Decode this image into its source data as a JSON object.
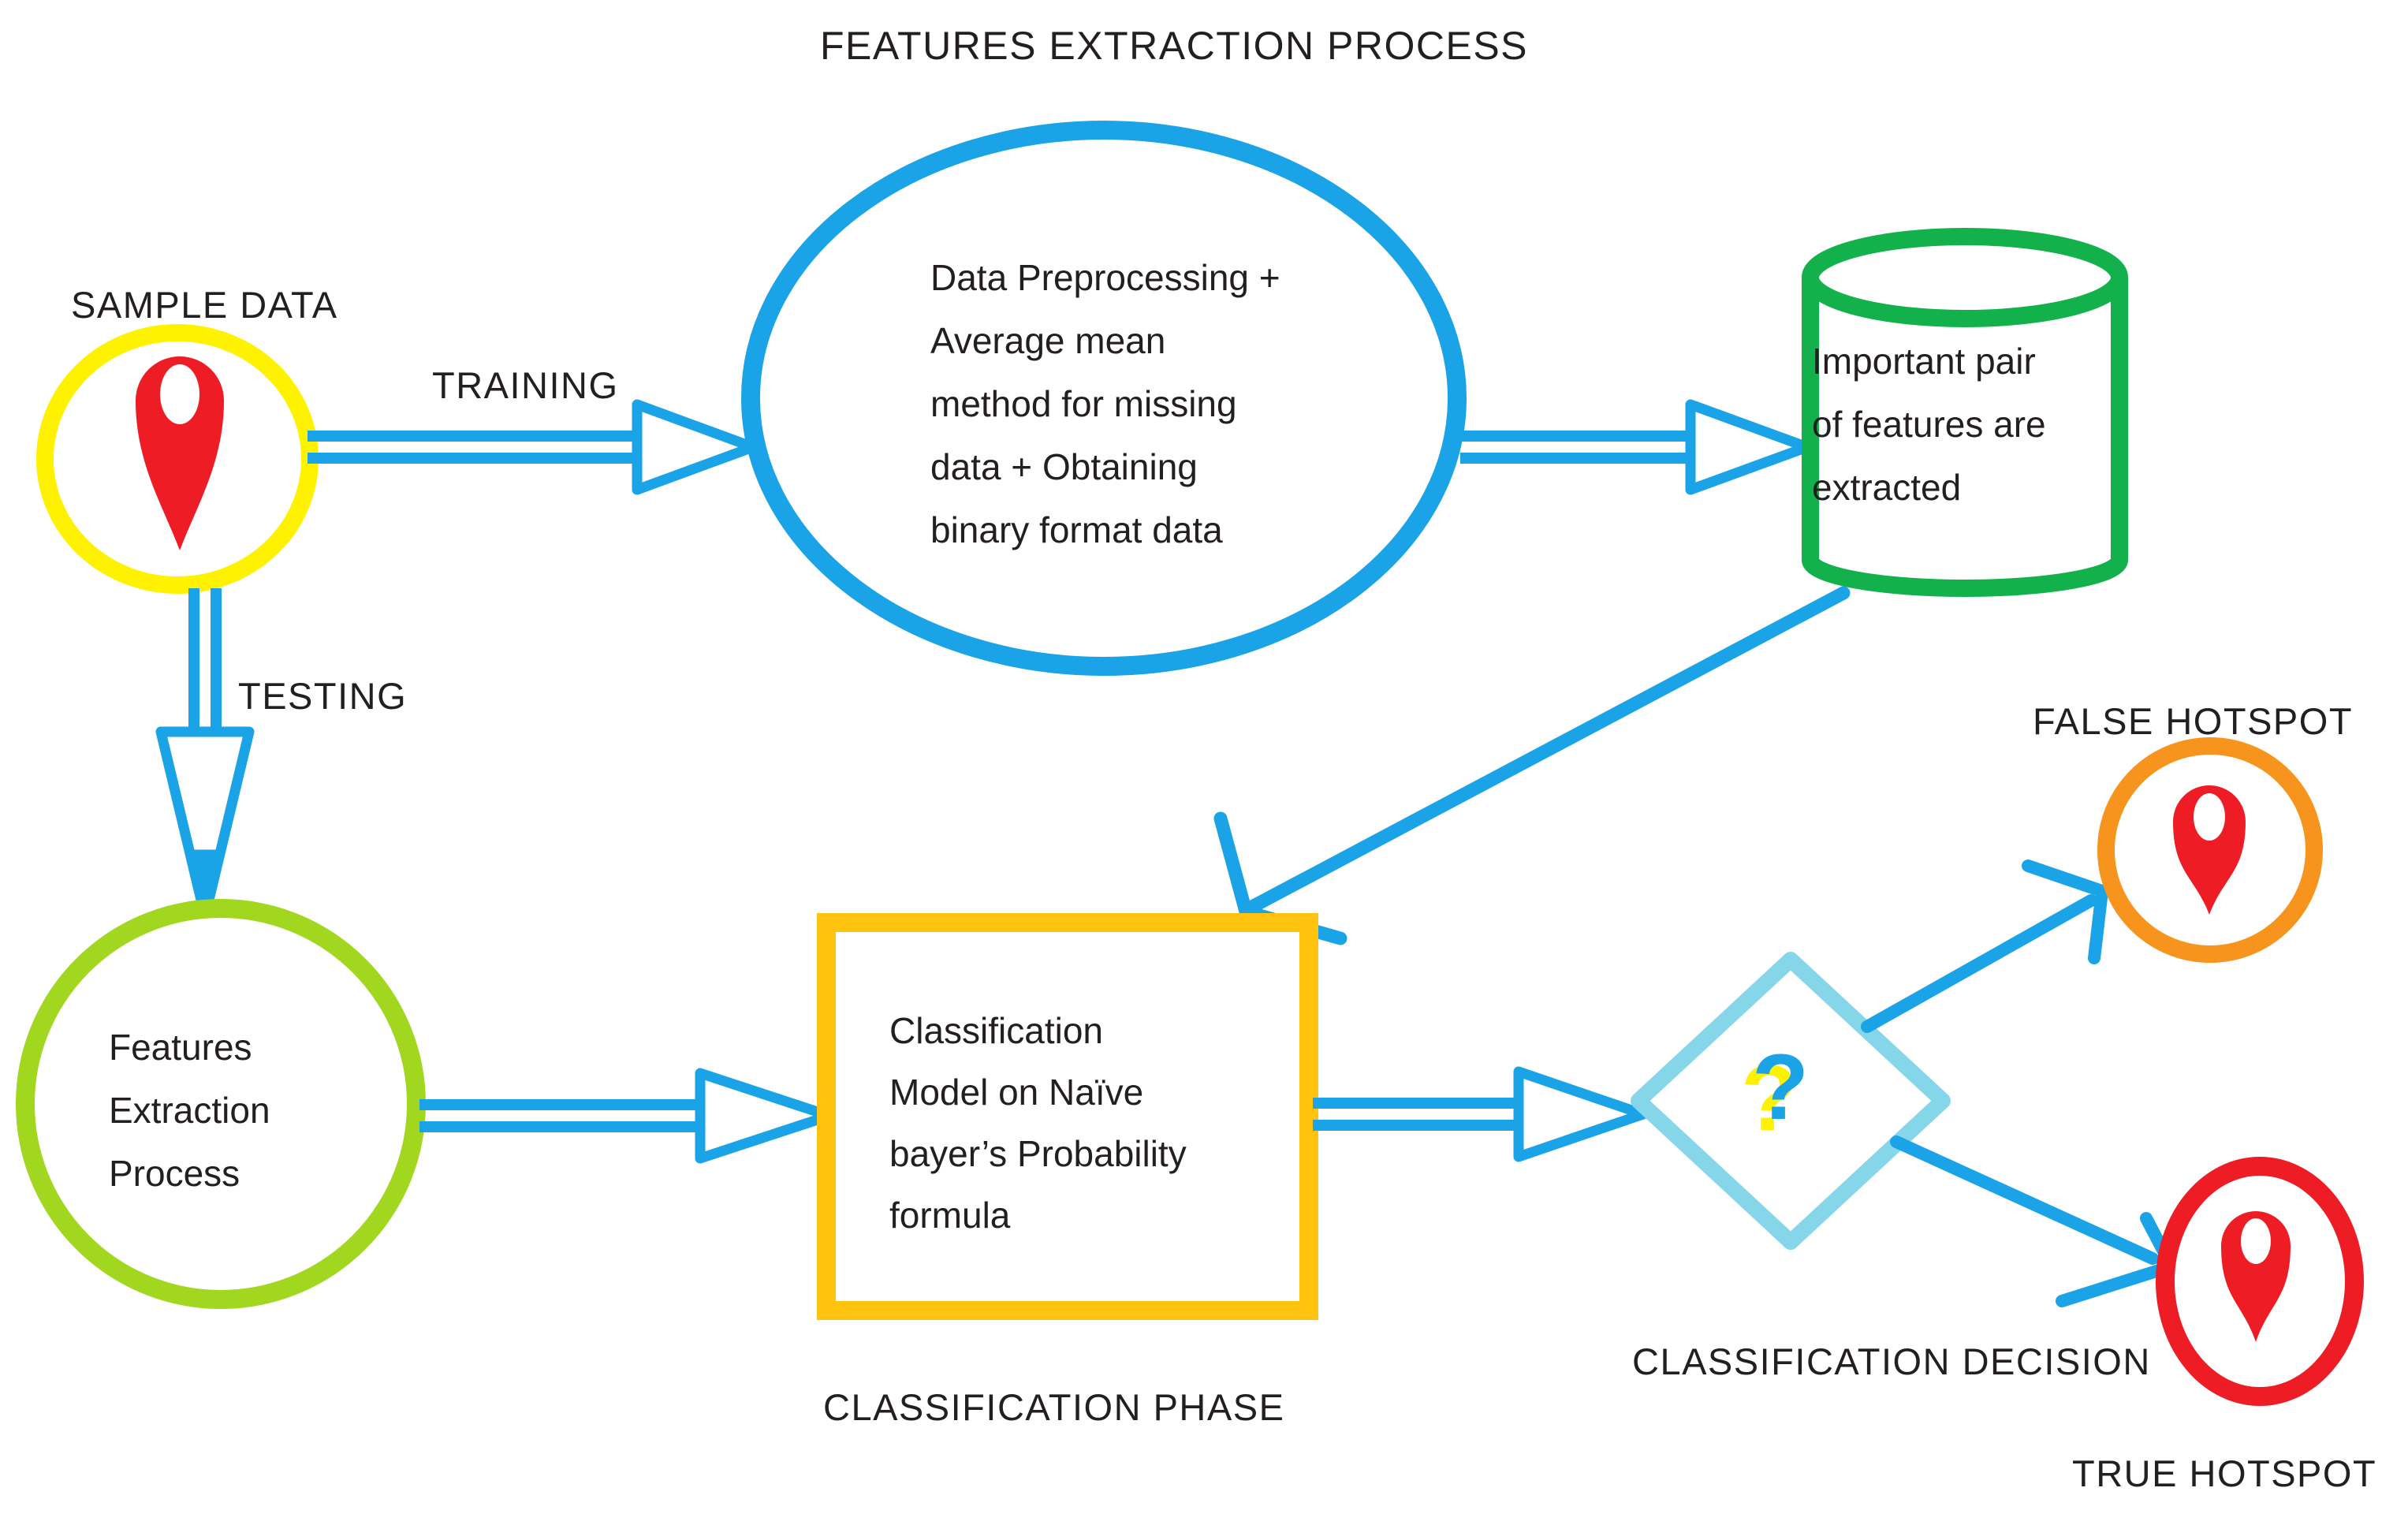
{
  "title": "FEATURES EXTRACTION PROCESS",
  "colors": {
    "blue": "#1AA3E6",
    "yellow": "#FFF200",
    "green": "#12B14B",
    "lime": "#A2D71F",
    "amber": "#FFC20E",
    "skyblue": "#86D6EA",
    "orange": "#F7941E",
    "red": "#EE1C25",
    "white": "#FFFFFF",
    "ink": "#231F20"
  },
  "nodes": {
    "sample_data": {
      "label": "SAMPLE DATA",
      "icon": "map-pin-icon"
    },
    "preprocessing": {
      "lines": [
        "Data Preprocessing +",
        "Average mean",
        "method for missing",
        "data + Obtaining",
        "binary format data"
      ]
    },
    "features_db": {
      "lines": [
        "Important pair",
        "of features are",
        "extracted"
      ]
    },
    "features_extraction": {
      "lines": [
        "Features",
        "Extraction",
        "Process"
      ]
    },
    "classification_model": {
      "lines": [
        "Classification",
        "Model on Naïve",
        "bayer’s Probability",
        "formula"
      ]
    },
    "decision": {
      "symbol": "?"
    },
    "false_hotspot": {
      "label": "FALSE HOTSPOT",
      "icon": "map-pin-icon"
    },
    "true_hotspot": {
      "label": "TRUE HOTSPOT",
      "icon": "map-pin-icon"
    }
  },
  "edges": {
    "training": {
      "label": "TRAINING"
    },
    "testing": {
      "label": "TESTING"
    }
  },
  "captions": {
    "classification_phase": "CLASSIFICATION PHASE",
    "classification_decision": "CLASSIFICATION DECISION"
  }
}
